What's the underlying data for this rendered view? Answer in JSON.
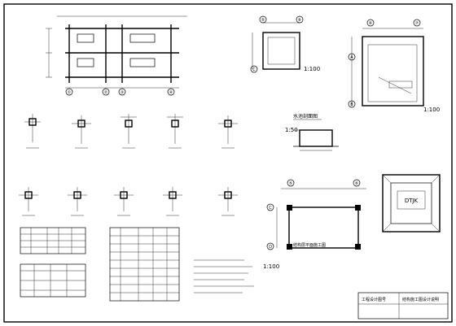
{
  "drawing": {
    "scales": {
      "plan_top_small": "1:100",
      "plan_top_right": "1:100",
      "section_mid": "1:50",
      "plan_bottom": "1:100"
    },
    "labels": {
      "section_title": "水池剖面图",
      "plan_bottom_note": "结构层平面施工图",
      "cover_text": "DTJK"
    },
    "grid_axes": {
      "top_left": [
        "①",
        "②",
        "③",
        "④"
      ],
      "small_plan": [
        "⑤",
        "⑥",
        "C"
      ],
      "right_plan": [
        "⑥",
        "⑦",
        "A",
        "B"
      ],
      "bottom_plan": [
        "⑤",
        "⑥",
        "C",
        "D"
      ]
    },
    "title_block": {
      "left": "工程设计图号",
      "right": "结构施工图设计说明"
    },
    "colors": {
      "line": "#000000",
      "paper": "#ffffff"
    }
  }
}
